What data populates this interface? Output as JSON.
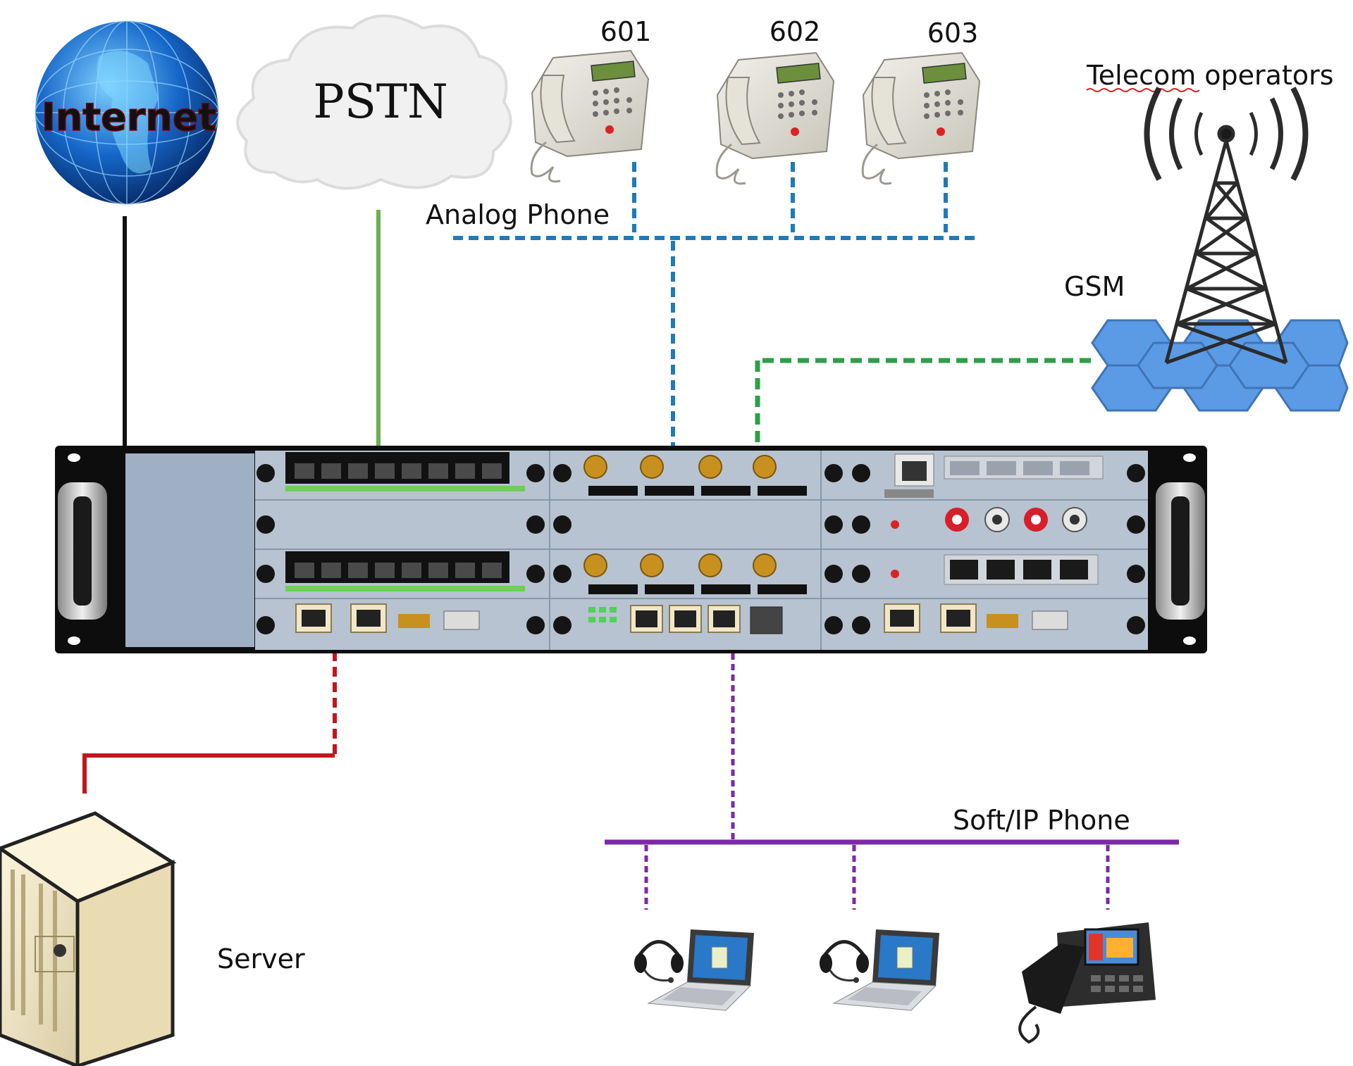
{
  "nodes": {
    "internet": {
      "label": "Internet"
    },
    "pstn": {
      "label": "PSTN"
    },
    "phones": [
      {
        "label": "601"
      },
      {
        "label": "602"
      },
      {
        "label": "603"
      }
    ],
    "analog_phone": {
      "label": "Analog Phone"
    },
    "telecom": {
      "label": "Telecom operators"
    },
    "gsm": {
      "label": "GSM"
    },
    "server": {
      "label": "Server"
    },
    "soft_ip_phone": {
      "label": "Soft/IP Phone"
    }
  },
  "colors": {
    "internet_link": "#111111",
    "pstn_link": "#6ab04c",
    "analog_link": "#1f7ab8",
    "gsm_link": "#2e9e4a",
    "server_link": "#c0171d",
    "ip_link": "#7b2aa6",
    "chassis": "#0d0d0d",
    "panel": "#b7c3d0"
  },
  "icons": [
    "globe-icon",
    "cloud-icon",
    "desk-phone-icon",
    "antenna-tower-icon",
    "server-icon",
    "laptop-headset-icon",
    "ip-phone-icon"
  ]
}
